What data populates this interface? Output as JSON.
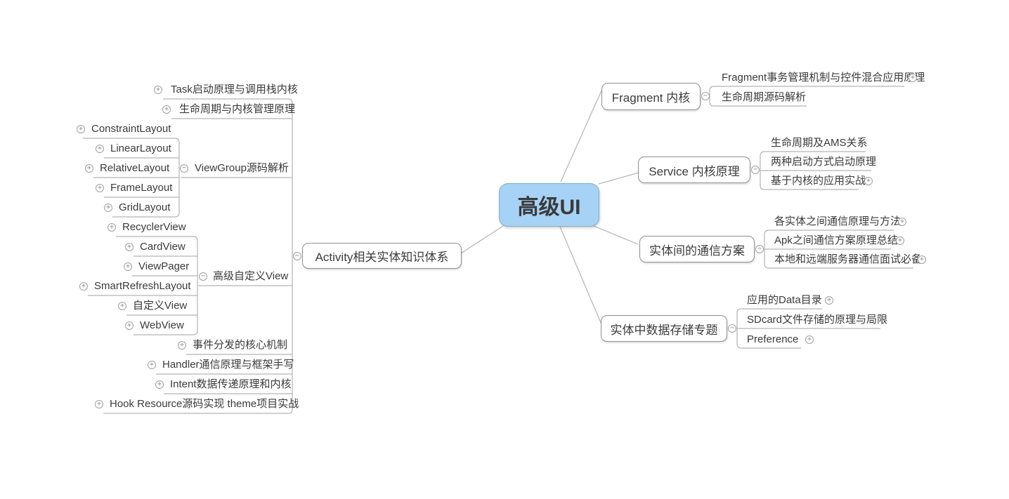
{
  "colors": {
    "central_fill": "#a6d2f5",
    "central_border": "#83aed0",
    "box_border": "#8f8f8f",
    "connector_line": "#b3b3b3",
    "text": "#3a3a3a"
  },
  "icons": {
    "plus": "+",
    "minus": "−"
  },
  "map": {
    "root": {
      "label": "高级UI"
    },
    "branches": [
      {
        "label": "Activity相关实体知识体系",
        "side": "left",
        "toggle": "minus",
        "children": [
          {
            "label": "Task启动原理与调用栈内核",
            "toggle": "plus"
          },
          {
            "label": "生命周期与内核管理原理",
            "toggle": "plus"
          },
          {
            "label": "ViewGroup源码解析",
            "toggle": "minus",
            "children": [
              {
                "label": "ConstraintLayout",
                "toggle": "plus"
              },
              {
                "label": "LinearLayout",
                "toggle": "plus"
              },
              {
                "label": "RelativeLayout",
                "toggle": "plus"
              },
              {
                "label": "FrameLayout",
                "toggle": "plus"
              },
              {
                "label": "GridLayout",
                "toggle": "plus"
              }
            ]
          },
          {
            "label": "高级自定义View",
            "toggle": "minus",
            "children": [
              {
                "label": "RecyclerView",
                "toggle": "plus"
              },
              {
                "label": "CardView",
                "toggle": "plus"
              },
              {
                "label": "ViewPager",
                "toggle": "plus"
              },
              {
                "label": "SmartRefreshLayout",
                "toggle": "plus"
              },
              {
                "label": "自定义View",
                "toggle": "plus"
              },
              {
                "label": "WebView",
                "toggle": "plus"
              }
            ]
          },
          {
            "label": "事件分发的核心机制",
            "toggle": "plus"
          },
          {
            "label": "Handler通信原理与框架手写",
            "toggle": "plus"
          },
          {
            "label": "Intent数据传递原理和内核",
            "toggle": "plus"
          },
          {
            "label": "Hook Resource源码实现 theme项目实战",
            "toggle": "plus"
          }
        ]
      },
      {
        "label": "Fragment 内核",
        "side": "right",
        "toggle": "minus",
        "children": [
          {
            "label": "Fragment事务管理机制与控件混合应用原理",
            "toggle": "plus"
          },
          {
            "label": "生命周期源码解析",
            "toggle": "none"
          }
        ]
      },
      {
        "label": "Service 内核原理",
        "side": "right",
        "toggle": "minus",
        "children": [
          {
            "label": "生命周期及AMS关系",
            "toggle": "none"
          },
          {
            "label": "两种启动方式启动原理",
            "toggle": "none"
          },
          {
            "label": "基于内核的应用实战",
            "toggle": "plus"
          }
        ]
      },
      {
        "label": "实体间的通信方案",
        "side": "right",
        "toggle": "minus",
        "children": [
          {
            "label": "各实体之间通信原理与方法",
            "toggle": "plus"
          },
          {
            "label": "Apk之间通信方案原理总结",
            "toggle": "plus"
          },
          {
            "label": "本地和远端服务器通信面试必备",
            "toggle": "plus"
          }
        ]
      },
      {
        "label": "实体中数据存储专题",
        "side": "right",
        "toggle": "minus",
        "children": [
          {
            "label": "应用的Data目录",
            "toggle": "plus"
          },
          {
            "label": "SDcard文件存储的原理与局限",
            "toggle": "none"
          },
          {
            "label": "Preference",
            "toggle": "plus"
          }
        ]
      }
    ]
  }
}
